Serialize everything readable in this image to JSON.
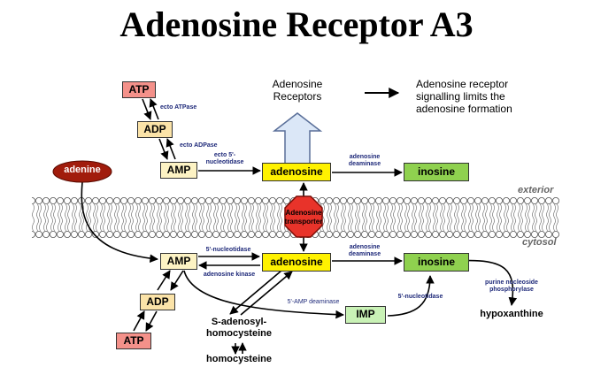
{
  "title": "Adenosine Receptor A3",
  "receptor_label": "Adenosine\nReceptors",
  "legend_text": "Adenosine receptor\nsignalling limits the\nadenosine formation",
  "membrane": {
    "exterior": "exterior",
    "cytosol": "cytosol"
  },
  "nodes": {
    "atp_top": "ATP",
    "adp_top": "ADP",
    "amp_top": "AMP",
    "adenine": "adenine",
    "adenosine_top": "adenosine",
    "inosine_top": "inosine",
    "transporter": "Adenosine\ntransporter",
    "amp_bottom": "AMP",
    "adenosine_bottom": "adenosine",
    "inosine_bottom": "inosine",
    "adp_bottom": "ADP",
    "atp_bottom": "ATP",
    "imp": "IMP",
    "sah": "S-adenosyl-\nhomocysteine",
    "homocysteine": "homocysteine",
    "hypoxanthine": "hypoxanthine"
  },
  "enzymes": {
    "ecto_atpase": "ecto ATPase",
    "ecto_adpase": "ecto ADPase",
    "ecto_5nt": "ecto 5'-\nnucleotidase",
    "adenosine_deaminase_top": "adenosine\ndeaminase",
    "nucleotidase_5": "5'-nucleotidase",
    "adenosine_kinase": "adenosine kinase",
    "adenosine_deaminase_bottom": "adenosine\ndeaminase",
    "amp_deaminase": "5'-AMP deaminase",
    "nucleotidase_5_imp": "5'-nucleotidase",
    "pnp": "purine nucleoside\nphosphorylase"
  },
  "colors": {
    "atp": "#f4918a",
    "adp": "#fbe3a8",
    "amp": "#fdf3c4",
    "adenosine": "#fff200",
    "inosine": "#8fd14f",
    "imp": "#c9f2b6",
    "adenine": "#a11c0c",
    "transporter": "#e8332a",
    "enzyme_text": "#1f2a7a",
    "receptor_arrow": "#dbe7f7"
  }
}
